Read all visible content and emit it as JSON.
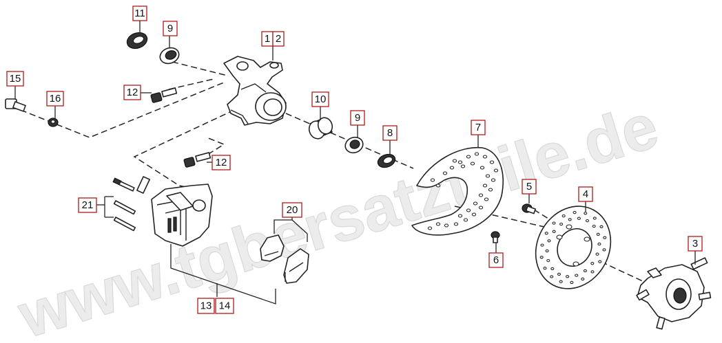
{
  "watermark": "www.tgbersatzteile.de",
  "labels": {
    "p1": "1",
    "p2": "2",
    "p3": "3",
    "p4": "4",
    "p5": "5",
    "p6": "6",
    "p7": "7",
    "p8": "8",
    "p9a": "9",
    "p9b": "9",
    "p10": "10",
    "p11": "11",
    "p12a": "12",
    "p12b": "12",
    "p13": "13",
    "p14": "14",
    "p15": "15",
    "p16": "16",
    "p20": "20",
    "p21": "21"
  },
  "colors": {
    "label_border": "#b01818",
    "line": "#222222",
    "watermark": "#ececec"
  }
}
